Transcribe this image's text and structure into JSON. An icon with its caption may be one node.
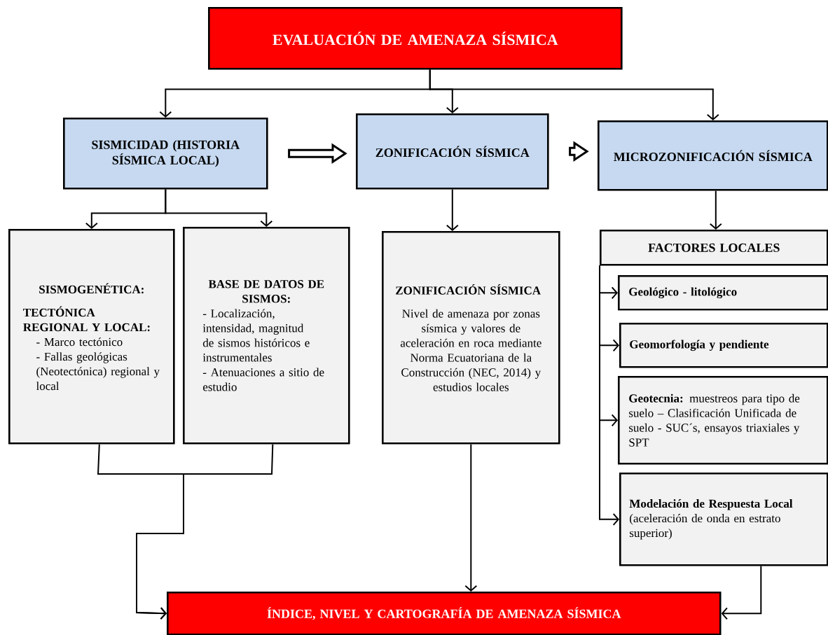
{
  "diagram": {
    "nodes": [
      {
        "text": [
          "EVALUACIÓN DE AMENAZA SÍSMICA"
        ]
      },
      {
        "text": [
          "SISMICIDAD (HISTORIA SÍSMICA LOCAL)"
        ]
      },
      {
        "text": [
          "ZONIFICACIÓN SÍSMICA"
        ]
      },
      {
        "text": [
          "MICROZONIFICACIÓN SÍSMICA"
        ]
      },
      {
        "text": [
          "SISMOGENÉTICA:",
          "TECTÓNICA REGIONAL Y LOCAL:",
          "- Marco tectónico",
          "- Fallas geológicas (Neotectónica) regional y local"
        ]
      },
      {
        "text": [
          "BASE DE DATOS DE SISMOS:",
          "- Localización, intensidad, magnitud de sismos históricos e instrumentales",
          "- Atenuaciones a sitio de estudio"
        ]
      },
      {
        "text": [
          "ZONIFICACIÓN SÍSMICA",
          "Nivel de amenaza por zonas sísmica y valores de aceleración en roca mediante Norma Ecuatoriana de la Construcción (NEC, 2014) y estudios locales"
        ]
      },
      {
        "text": [
          "FACTORES LOCALES"
        ]
      },
      {
        "text": [
          "Geológico - litológico"
        ]
      },
      {
        "text": [
          "Geomorfología y pendiente"
        ]
      },
      {
        "text": [
          "**Geotecnia:** muestreos para tipo de suelo – Clasificación Unificada de suelo - SUC´s, ensayos triaxiales y SPT"
        ]
      },
      {
        "text": [
          "**Modelación de Respuesta Local** (aceleración de onda en estrato superior)"
        ]
      },
      {
        "text": [
          "ÍNDICE, NIVEL Y CARTOGRAFÍA DE AMENAZA SÍSMICA"
        ]
      }
    ],
    "edges": [
      {
        "from": 0,
        "to": 1,
        "arrow": "to"
      },
      {
        "from": 0,
        "to": 2,
        "arrow": "to"
      },
      {
        "from": 0,
        "to": 3,
        "arrow": "to"
      },
      {
        "from": 1,
        "to": 2,
        "arrow": "to",
        "style": "thick"
      },
      {
        "from": 2,
        "to": 3,
        "arrow": "to",
        "style": "thick"
      },
      {
        "from": 1,
        "to": 4,
        "arrow": "to"
      },
      {
        "from": 1,
        "to": 5,
        "arrow": "to"
      },
      {
        "from": 2,
        "to": 6,
        "arrow": "to"
      },
      {
        "from": 3,
        "to": 7,
        "arrow": "to"
      },
      {
        "from": 7,
        "to": 8,
        "arrow": "to"
      },
      {
        "from": 7,
        "to": 9,
        "arrow": "to"
      },
      {
        "from": 7,
        "to": 10,
        "arrow": "to"
      },
      {
        "from": 7,
        "to": 11,
        "arrow": "to"
      },
      {
        "from": 4,
        "to": 12,
        "arrow": "to"
      },
      {
        "from": 5,
        "to": 12,
        "arrow": "to"
      },
      {
        "from": 6,
        "to": 12,
        "arrow": "to"
      },
      {
        "from": 11,
        "to": 12,
        "arrow": "to"
      }
    ]
  }
}
